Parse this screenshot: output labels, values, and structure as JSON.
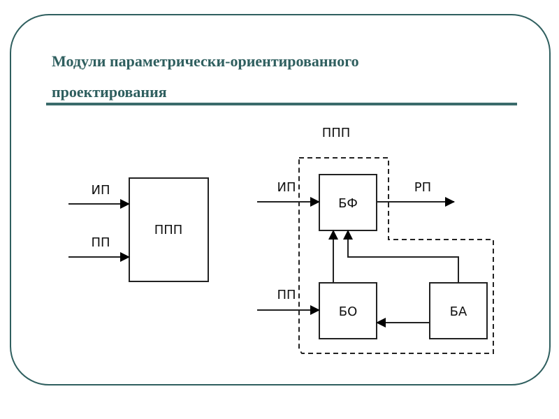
{
  "slide": {
    "title_line1": "Модули параметрически-ориентированного",
    "title_line2": "проектирования",
    "accent_color": "#2f5f5f"
  },
  "diagram_left": {
    "block": "ППП",
    "inputs": [
      "ИП",
      "ПП"
    ]
  },
  "diagram_right": {
    "group_label": "ППП",
    "blocks": {
      "bf": "БФ",
      "bo": "БО",
      "ba": "БА"
    },
    "inputs": [
      "ИП",
      "ПП"
    ],
    "output": "РП"
  }
}
